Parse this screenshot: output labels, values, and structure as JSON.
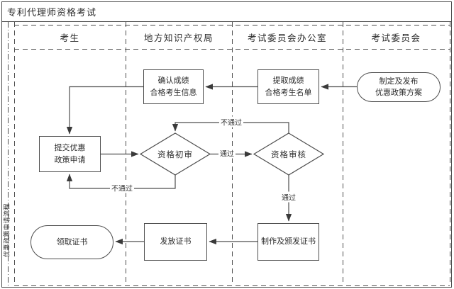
{
  "title": "专利代理师资格考试",
  "phase_label": "优惠政策申请流程",
  "lanes": [
    {
      "label": "考生"
    },
    {
      "label": "地方知识产权局"
    },
    {
      "label": "考试委员会办公室"
    },
    {
      "label": "考试委员会"
    }
  ],
  "nodes": {
    "make_policy": "制定及发布\n优惠政策方案",
    "extract_list": "提取成绩\n合格考生名单",
    "confirm_info": "确认成绩\n合格考生信息",
    "submit_application": "提交优惠\n政策申请",
    "initial_review": "资格初审",
    "final_review": "资格审核",
    "make_certificates": "制作及颁发证书",
    "issue_certificates": "发放证书",
    "receive_certificate": "领取证书"
  },
  "edge_labels": {
    "initial_pass": "通过",
    "final_fail": "不通过",
    "initial_fail": "不通过",
    "final_pass": "通过"
  },
  "colors": {
    "line": "#4d4d4d",
    "text": "#2b2b2b",
    "background": "#ffffff"
  }
}
